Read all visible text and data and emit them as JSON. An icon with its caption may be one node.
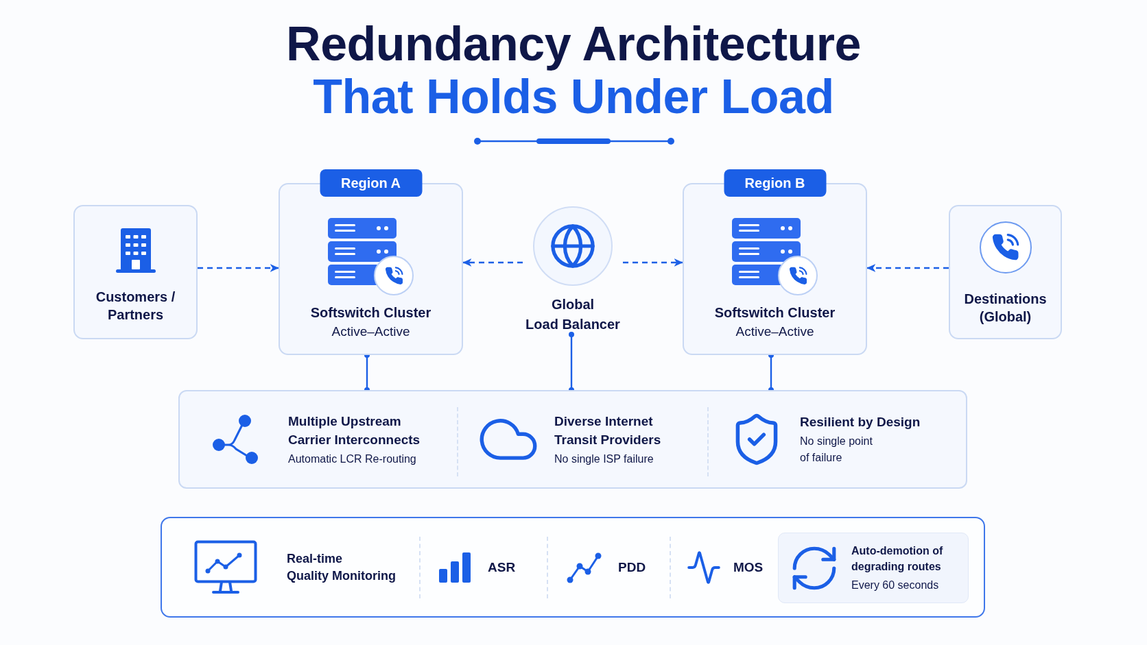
{
  "diagram": {
    "title": "Redundancy Architecture That Holds Under Load",
    "nodes": [
      {
        "text": [
          "Customers / Partners"
        ]
      },
      {
        "text": [
          "Region A",
          "Softswitch Cluster",
          "Active–Active"
        ]
      },
      {
        "text": [
          "Global Load Balancer"
        ]
      },
      {
        "text": [
          "Region B",
          "Softswitch Cluster",
          "Active–Active"
        ]
      },
      {
        "text": [
          "Destinations (Global)"
        ]
      },
      {
        "text": [],
        "shape": "box"
      },
      {
        "text": [
          "Multiple Upstream Carrier Interconnects",
          "Automatic LCR Re-routing"
        ],
        "in": 5
      },
      {
        "text": [
          "Diverse Internet Transit Providers",
          "No single ISP failure"
        ],
        "in": 5
      },
      {
        "text": [
          "Resilient by Design",
          "No single point of failure"
        ],
        "in": 5
      },
      {
        "text": [
          "Real-time Quality Monitoring",
          "ASR",
          "PDD",
          "MOS"
        ]
      },
      {
        "text": [
          "Auto-demotion of degrading routes",
          "Every 60 seconds"
        ],
        "in": 9
      }
    ],
    "edges": [
      {
        "from": 0,
        "to": 1,
        "arrow": "to",
        "style": "dashed"
      },
      {
        "from": 2,
        "to": 1,
        "arrow": "to",
        "style": "dashed"
      },
      {
        "from": 2,
        "to": 3,
        "arrow": "to",
        "style": "dashed"
      },
      {
        "from": 4,
        "to": 3,
        "arrow": "to",
        "style": "dashed"
      },
      {
        "from": 1,
        "to": 6,
        "arrow": "other"
      },
      {
        "from": 2,
        "to": 7,
        "arrow": "other"
      },
      {
        "from": 3,
        "to": 8,
        "arrow": "other"
      }
    ]
  }
}
